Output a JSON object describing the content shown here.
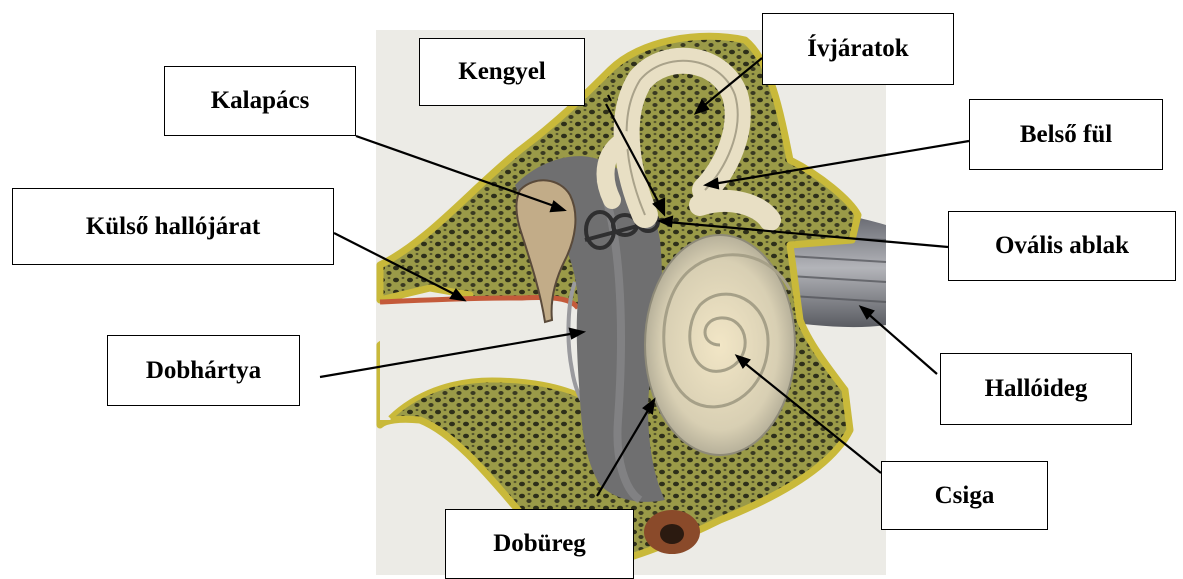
{
  "labels": {
    "kengyel": "Kengyel",
    "ivjaratok": "Ívjáratok",
    "kalapacs": "Kalapács",
    "belso_ful": "Belső fül",
    "kulso_hallojarat": "Külső hallójárat",
    "ovalis_ablak": "Ovális ablak",
    "dobhartya": "Dobhártya",
    "halloideg": "Hallóideg",
    "csiga": "Csiga",
    "dobureg": "Dobüreg"
  },
  "colors": {
    "background": "#ffffff",
    "paper": "#ecebe6",
    "bone_rim": "#c9b93a",
    "bone_fill": "#8c8c3e",
    "canal_skin": "#c45a3a",
    "cavity": "#6f6f70",
    "labyrinth": "#e8dfc4",
    "nerve": "#8d8e95",
    "tube": "#8a4a2a"
  }
}
